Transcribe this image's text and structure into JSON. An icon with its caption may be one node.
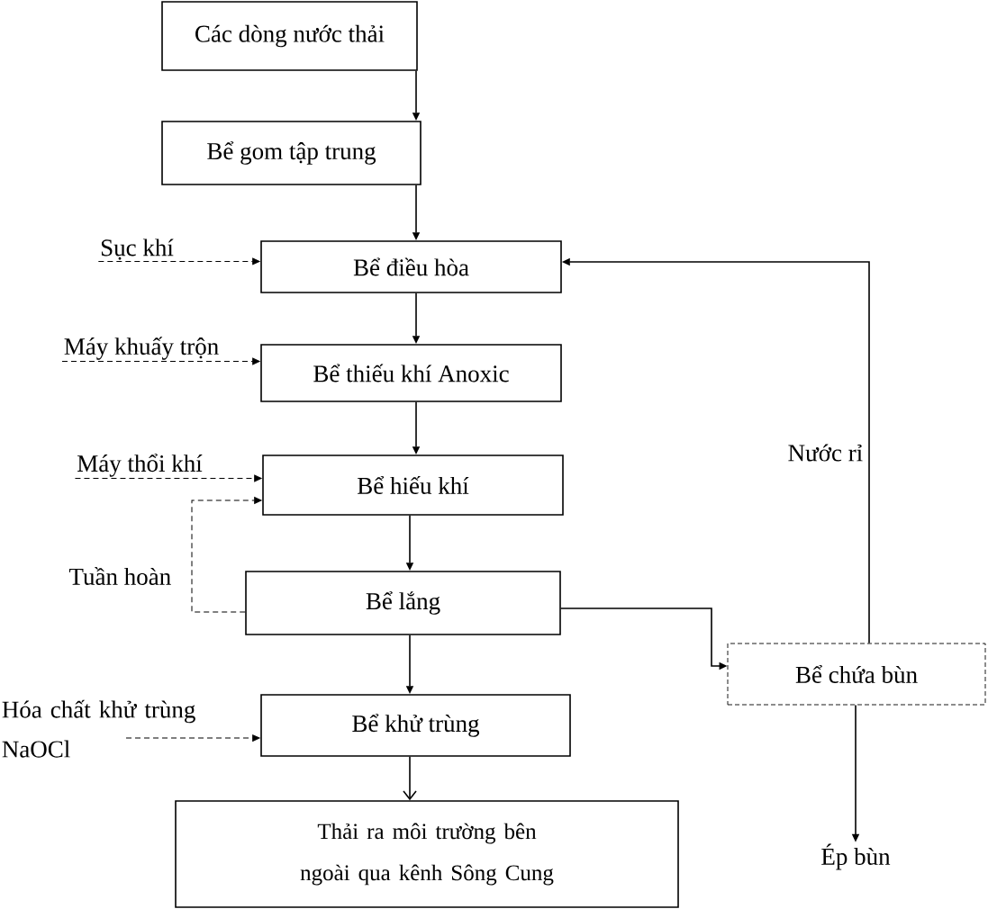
{
  "diagram": {
    "nodes": [
      {
        "text": [
          "Các dòng nước thải"
        ]
      },
      {
        "text": [
          "Bể gom tập trung"
        ]
      },
      {
        "text": [
          "Bể điều hòa"
        ]
      },
      {
        "text": [
          "Bể thiếu khí Anoxic"
        ]
      },
      {
        "text": [
          "Bể hiếu khí"
        ]
      },
      {
        "text": [
          "Bể lắng"
        ]
      },
      {
        "text": [
          "Bể khử trùng"
        ]
      },
      {
        "text": [
          "Thải ra môi trường bên ngoài qua kênh Sông Cung"
        ]
      },
      {
        "text": [
          "Bể chứa bùn"
        ]
      },
      {
        "text": [
          "Sục khí"
        ]
      },
      {
        "text": [
          "Máy khuấy trộn"
        ]
      },
      {
        "text": [
          "Máy thổi khí"
        ]
      },
      {
        "text": [
          "Hóa chất khử trùng NaOCl"
        ]
      },
      {
        "text": [
          "Ép bùn"
        ]
      }
    ],
    "edges": [
      {
        "from": 0,
        "to": 1,
        "arrow": "to"
      },
      {
        "from": 1,
        "to": 2,
        "arrow": "to"
      },
      {
        "from": 2,
        "to": 3,
        "arrow": "to"
      },
      {
        "from": 3,
        "to": 4,
        "arrow": "to"
      },
      {
        "from": 4,
        "to": 5,
        "arrow": "to"
      },
      {
        "from": 5,
        "to": 6,
        "arrow": "to"
      },
      {
        "from": 6,
        "to": 7,
        "arrow": "to"
      },
      {
        "from": 9,
        "to": 2,
        "arrow": "to",
        "style": "dashed"
      },
      {
        "from": 10,
        "to": 3,
        "arrow": "to",
        "style": "dashed"
      },
      {
        "from": 11,
        "to": 4,
        "arrow": "to",
        "style": "dashed"
      },
      {
        "from": 5,
        "to": 4,
        "arrow": "to",
        "style": "dashed",
        "label": "Tuần hoàn"
      },
      {
        "from": 5,
        "to": 8,
        "arrow": "to"
      },
      {
        "from": 8,
        "to": 2,
        "arrow": "to",
        "label": "Nước rỉ"
      },
      {
        "from": 8,
        "to": 13,
        "arrow": "to"
      },
      {
        "from": 12,
        "to": 6,
        "arrow": "to",
        "style": "dashed"
      }
    ]
  }
}
